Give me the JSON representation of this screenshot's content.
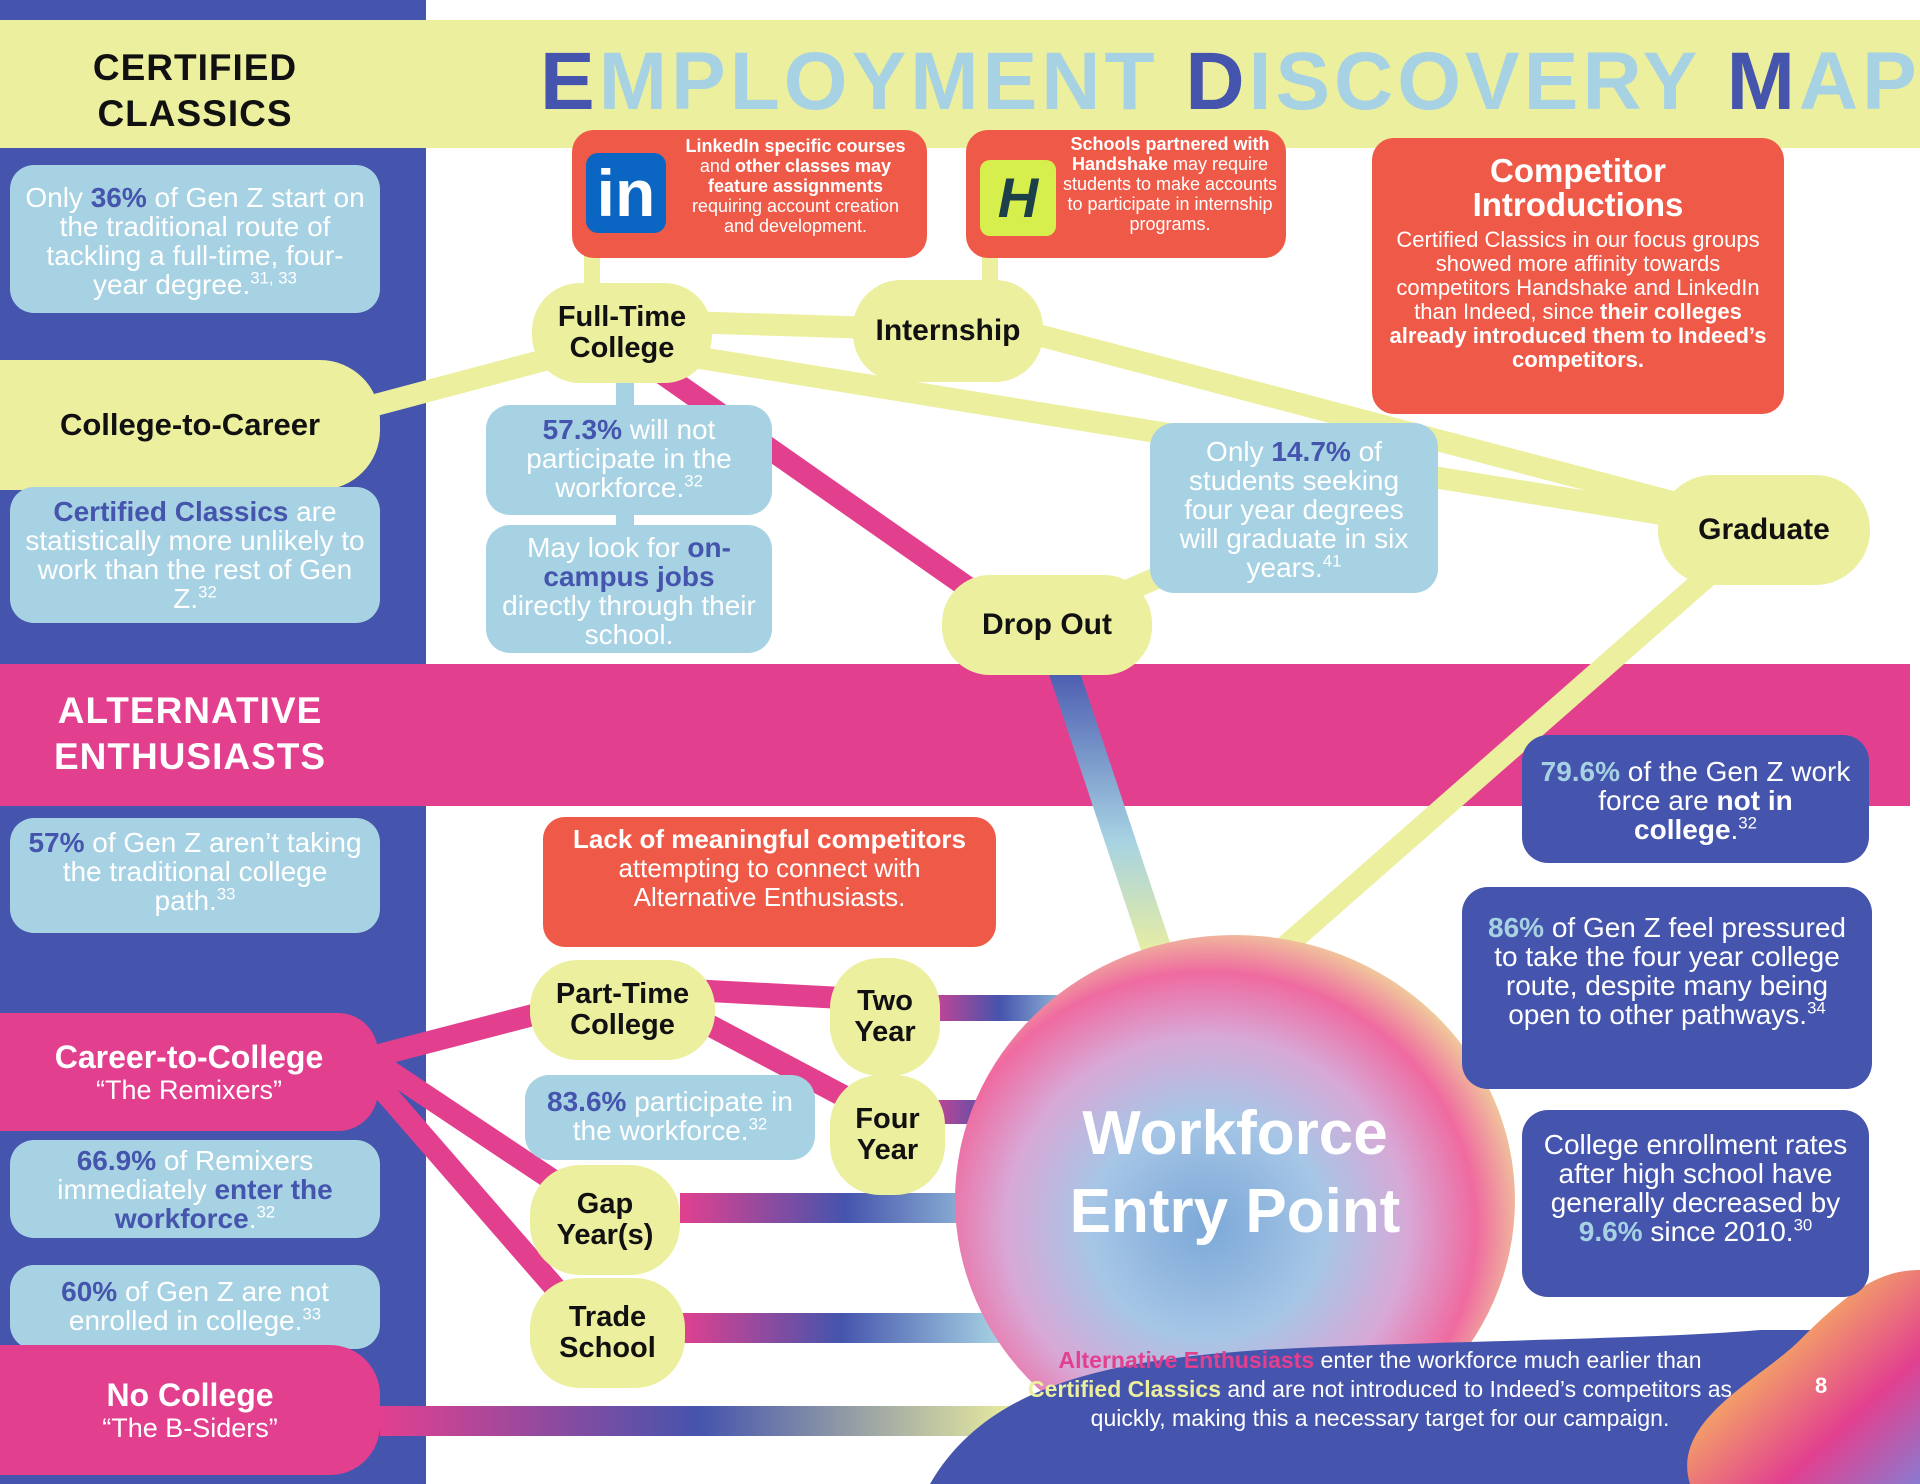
{
  "title": {
    "e_cap": "E",
    "e_rest": "MPLOYMENT ",
    "d_cap": "D",
    "d_rest": "ISCOVERY ",
    "m_cap": "M",
    "m_rest": "AP"
  },
  "colors": {
    "navy": "#4554ad",
    "pink": "#e2408f",
    "yellow": "#ecef9e",
    "light_blue": "#a6d2e3",
    "red": "#ef5a48"
  },
  "sections": {
    "certified": {
      "line1": "CERTIFIED",
      "line2": "CLASSICS"
    },
    "alternative": {
      "line1": "ALTERNATIVE",
      "line2": "ENTHUSIASTS"
    }
  },
  "stats": {
    "s1": {
      "a": "Only ",
      "b": "36%",
      "c": " of Gen Z start on the traditional route of tackling a full-time, four-year degree.",
      "sup": "31, 33"
    },
    "s2": {
      "a": "",
      "b": "Certified Classics",
      "c": " are statistically more unlikely to work than the rest of Gen Z.",
      "sup": "32"
    },
    "s3": {
      "a": "",
      "b": "57%",
      "c": " of Gen Z aren’t taking the traditional college path.",
      "sup": "33"
    },
    "s4": {
      "b": "66.9%",
      "c": " of Remixers immediately ",
      "d": "enter the workforce",
      "e": ".",
      "sup": "32"
    },
    "s5": {
      "b": "60%",
      "c": " of Gen Z are not enrolled in college.",
      "sup": "33"
    },
    "s6": {
      "b": "57.3%",
      "c": " will not participate in the workforce.",
      "sup": "32"
    },
    "s7": {
      "a": "May look for ",
      "b": "on-campus jobs",
      "c": " directly through their school."
    },
    "s8": {
      "a": "Only ",
      "b": "14.7%",
      "c": " of students seeking four year degrees will graduate in six years.",
      "sup": "41"
    },
    "s9": {
      "b": "83.6%",
      "c": " participate in the workforce.",
      "sup": "32"
    },
    "n1": {
      "b": "79.6%",
      "c": " of the Gen Z work force are ",
      "d": "not in college",
      "e": ".",
      "sup": "32"
    },
    "n2": {
      "b": "86%",
      "c": " of Gen Z feel pressured to take the four year college route, despite many being open to other pathways.",
      "sup": "34"
    },
    "n3": {
      "a": "College enrollment rates after high school have generally decreased by ",
      "b": "9.6%",
      "c": " since 2010.",
      "sup": "30"
    }
  },
  "paths": {
    "college_to_career": "College-to-Career",
    "career_to_college": "Career-to-College",
    "career_to_college_sub": "“The Remixers”",
    "no_college": "No College",
    "no_college_sub": "“The B-Siders”"
  },
  "nodes": {
    "full_time_college": "Full-Time College",
    "internship": "Internship",
    "drop_out": "Drop Out",
    "graduate": "Graduate",
    "part_time_college": "Part-Time College",
    "two_year": "Two Year",
    "four_year": "Four Year",
    "gap_years": "Gap Year(s)",
    "trade_school": "Trade School"
  },
  "callouts": {
    "linkedin": {
      "b1": "LinkedIn specific courses",
      "t1": " and ",
      "b2": "other classes may feature assignments",
      "t2": " requiring account creation and development."
    },
    "handshake": {
      "b1": "Schools partnered with Handshake",
      "t1": " may require students to make accounts to participate in internship programs."
    },
    "competitor": {
      "title": "Competitor Introductions",
      "t1": "Certified Classics in our focus groups showed more affinity towards competitors Handshake and LinkedIn than Indeed, since ",
      "b1": "their colleges already introduced them to Indeed’s competitors."
    },
    "lack": {
      "b1": "Lack of meaningful competitors",
      "t1": " attempting to connect with Alternative Enthusiasts."
    }
  },
  "logos": {
    "linkedin": "in",
    "handshake": "H"
  },
  "workforce": {
    "line1": "Workforce",
    "line2": "Entry Point"
  },
  "footer": {
    "b1": "Alternative Enthusiasts",
    "t1": " enter the workforce much earlier than ",
    "b2": "Certified Classics",
    "t2": " and are not introduced to Indeed’s competitors as quickly, making this a necessary target for our campaign."
  },
  "page_number": "8"
}
